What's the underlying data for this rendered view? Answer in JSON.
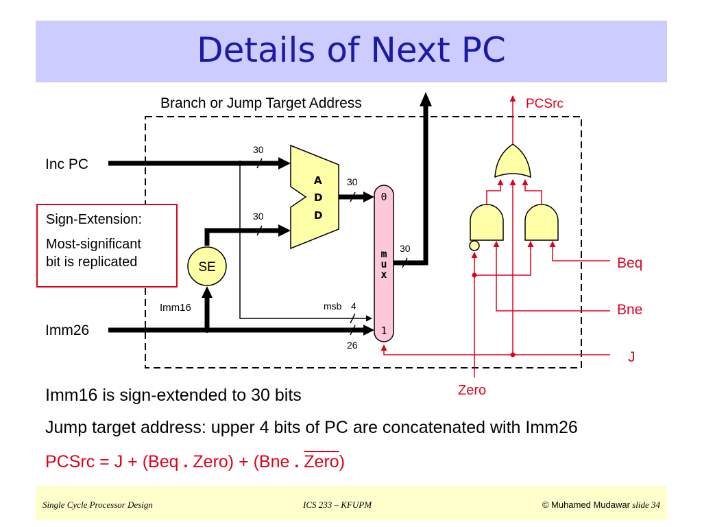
{
  "title": "Details of Next PC",
  "diagram": {
    "target_label": "Branch or Jump Target Address",
    "pcsrc_label": "PCSrc",
    "inc_pc_label": "Inc PC",
    "imm26_label": "Imm26",
    "imm16_label": "Imm16",
    "se_label": "SE",
    "adder_letters": [
      "A",
      "D",
      "D"
    ],
    "mux_letters": [
      "m",
      "u",
      "x"
    ],
    "mux_in0": "0",
    "mux_in1": "1",
    "width_30": "30",
    "width_26": "26",
    "width_4": "4",
    "msb_label": "msb",
    "beq_label": "Beq",
    "bne_label": "Bne",
    "j_label": "J",
    "zero_label": "Zero",
    "callout": {
      "line1": "Sign-Extension:",
      "line2": "Most-significant",
      "line3": "bit is replicated"
    }
  },
  "notes": {
    "line1": "Imm16 is sign-extended to 30 bits",
    "line2": "Jump target address: upper 4 bits of PC are concatenated with Imm26",
    "eq": {
      "part1": "PCSrc = J + (Beq",
      "dot1": ".",
      "part2": "Zero) + (Bne",
      "dot2": ".",
      "zero_bar": "Zero",
      "close": ")"
    }
  },
  "footer": {
    "left": "Single Cycle Processor Design",
    "center": "ICS 233 – KFUPM",
    "right_author": "© Muhamed Mudawar",
    "right_slide": "slide 34"
  },
  "colors": {
    "title_bg": "#ccccff",
    "title_text": "#1a1aa6",
    "footer_bg": "#ffffcc",
    "accent_red": "#e0001b",
    "gate_fill": "#ffffa8",
    "mux_fill": "#ffc8d8"
  }
}
